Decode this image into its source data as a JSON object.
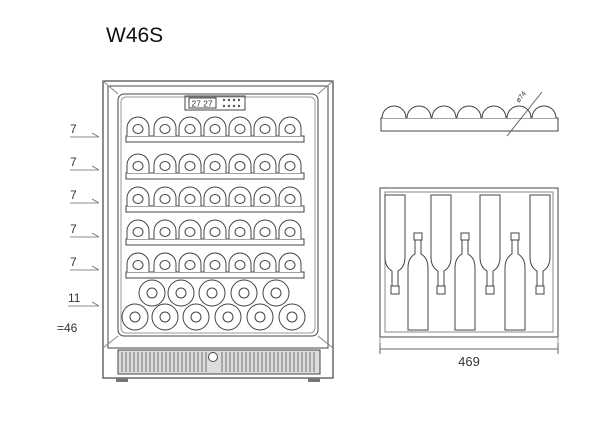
{
  "model": "W46S",
  "shelf_counts": [
    "7",
    "7",
    "7",
    "7",
    "7"
  ],
  "bottom_count": "11",
  "total": "=46",
  "display_text": "27 27",
  "diameter_label": "ø74",
  "width_label": "469"
}
